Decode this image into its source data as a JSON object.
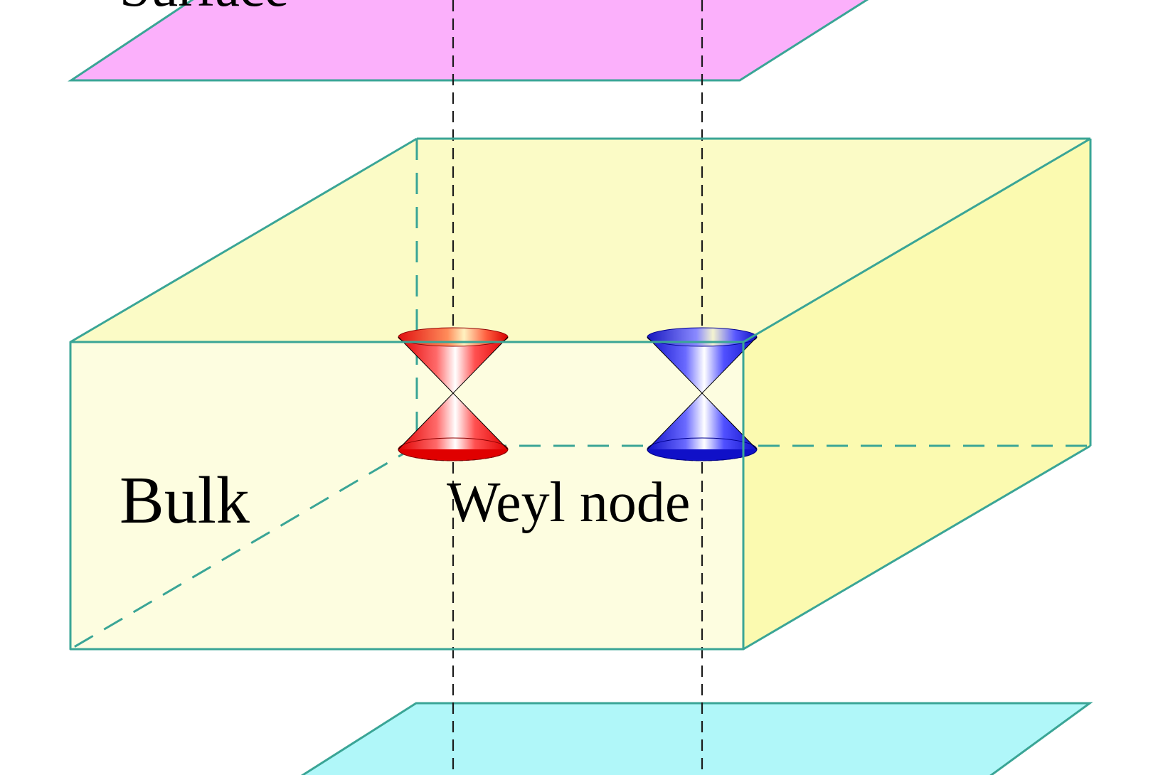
{
  "labels": {
    "surface": "Surface",
    "bulk": "Bulk",
    "weyl_node": "Weyl node"
  },
  "colors": {
    "top_surface": "#fbb0fb",
    "bottom_surface": "#b0f7f9",
    "bulk_front": "#fdfde0",
    "bulk_top": "#fbfbc6",
    "bulk_side": "#fbfab0",
    "edge": "#3aa596",
    "guide_line": "#1a1a1a",
    "cone_left": "#ff2020",
    "cone_right": "#1a1ad8"
  }
}
